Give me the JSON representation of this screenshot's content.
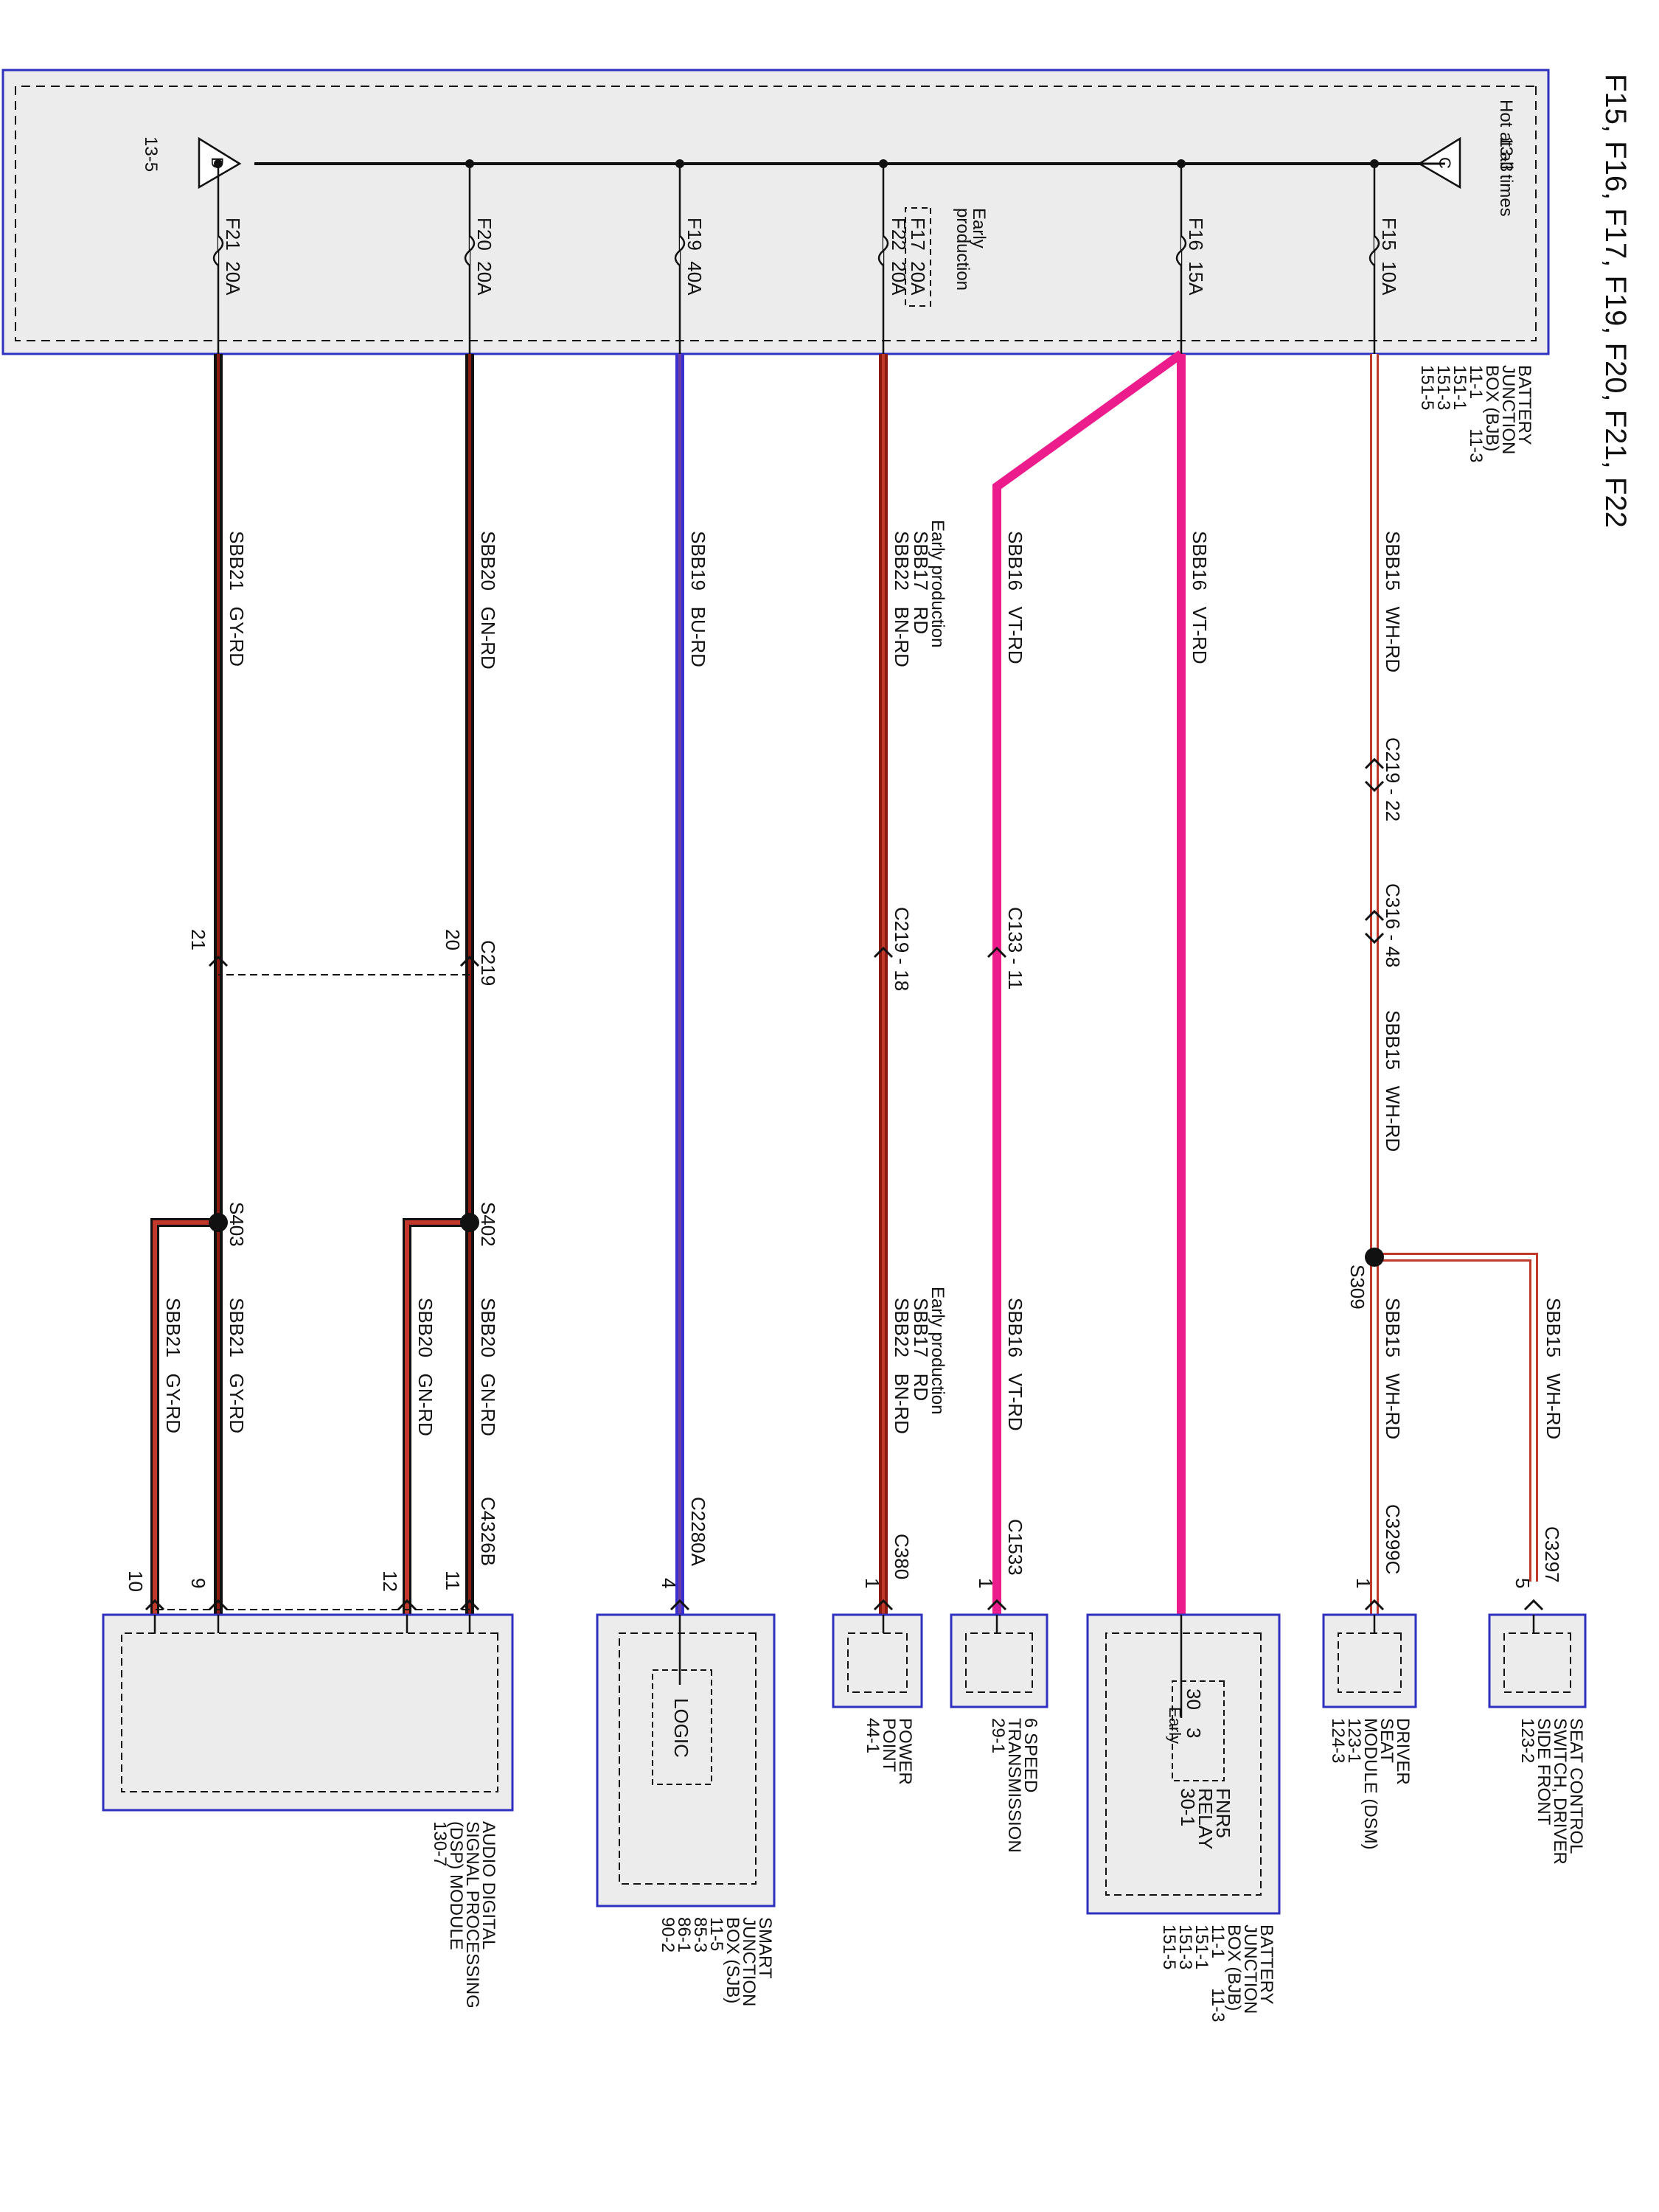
{
  "title": "F15, F16, F17, F19, F20, F21, F22",
  "bjb": {
    "hot_label": "Hot at all times",
    "conn_c_ref": "13-3",
    "conn_c_letter": "C",
    "conn_d_ref": "13-5",
    "conn_d_letter": "D",
    "name_lines": [
      "BATTERY",
      "JUNCTION",
      "BOX (BJB)",
      "11-1      11-3",
      "151-1",
      "151-3",
      "151-5"
    ]
  },
  "fuses": [
    {
      "id": "f15",
      "label": "F15  10A"
    },
    {
      "id": "f16",
      "label": "F16  15A"
    },
    {
      "id": "f22",
      "label": "F22  20A",
      "note_lines": [
        "Early",
        "production"
      ],
      "alt_label": "F17  20A"
    },
    {
      "id": "f19",
      "label": "F19  40A"
    },
    {
      "id": "f20",
      "label": "F20  20A"
    },
    {
      "id": "f21",
      "label": "F21  20A"
    }
  ],
  "wires": {
    "w15_top": "SBB15   WH-RD",
    "w15_mid": "SBB15   WH-RD",
    "w15_bottom": "SBB15   WH-RD",
    "w15_branch": "SBB15   WH-RD",
    "w16_relay": "SBB16   VT-RD",
    "w16_top": "SBB16   VT-RD",
    "w16_bottom": "SBB16   VT-RD",
    "w22_top": "SBB22   BN-RD",
    "w22_bottom": "SBB22   BN-RD",
    "early_note": "Early production",
    "w17_alt": "SBB17   RD",
    "w19": "SBB19   BU-RD",
    "w20_top": "SBB20   GN-RD",
    "w20_a": "SBB20   GN-RD",
    "w20_b": "SBB20   GN-RD",
    "w21_top": "SBB21   GY-RD",
    "w21_a": "SBB21   GY-RD",
    "w21_b": "SBB21   GY-RD"
  },
  "connectors": {
    "c219_22": "C219 - 22",
    "c316_48": "C316 - 48",
    "c133_11": "C133 - 11",
    "c219_18": "C219 - 18",
    "c219": "C219",
    "pin_20": "20",
    "pin_21": "21",
    "c3297": "C3297",
    "c3297_pin": "5",
    "c3299c": "C3299C",
    "c3299c_pin": "1",
    "c1533": "C1533",
    "c1533_pin": "1",
    "c380": "C380",
    "c380_pin": "1",
    "c2280a": "C2280A",
    "c2280a_pin": "4",
    "c4326b": "C4326B",
    "dsp_pin_9": "9",
    "dsp_pin_10": "10",
    "dsp_pin_11": "11",
    "dsp_pin_12": "12"
  },
  "splices": {
    "s309": "S309",
    "s402": "S402",
    "s403": "S403"
  },
  "relay": {
    "pin_30": "30",
    "pin_3": "3",
    "early": "Early",
    "name": "FNR5",
    "kind": "RELAY",
    "ref": "30-1"
  },
  "logic_label": "LOGIC",
  "components": {
    "seat_switch": [
      "SEAT CONTROL",
      "SWITCH, DRIVER",
      "SIDE FRONT",
      "123-2"
    ],
    "dsm": [
      "DRIVER",
      "SEAT",
      "MODULE (DSM)",
      "123-1",
      "124-3"
    ],
    "bjb2": [
      "BATTERY",
      "JUNCTION",
      "BOX (BJB)",
      "11-1      11-3",
      "151-1",
      "151-3",
      "151-5"
    ],
    "trans": [
      "6 SPEED",
      "TRANSMISSION",
      "29-1"
    ],
    "power_point": [
      "POWER",
      "POINT",
      "44-1"
    ],
    "sjb": [
      "SMART",
      "JUNCTION",
      "BOX (SJB)",
      "11-5",
      "85-3",
      "86-1",
      "90-2"
    ],
    "dsp": [
      "AUDIO DIGITAL",
      "SIGNAL PROCESSING",
      "(DSP) MODULE",
      "130-7"
    ]
  },
  "colors": {
    "white_red": "#c0392b",
    "violet_red": "#ec1c8c",
    "brown_red": "#8a1a12",
    "blue_red": "#3a2fd0",
    "green_red": "#3a0f0f",
    "gray_red": "#3a0f0f",
    "component_fill": "#ececec",
    "component_border": "#2f2fc0"
  }
}
